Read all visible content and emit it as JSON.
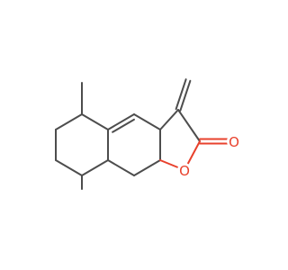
{
  "diagram": {
    "type": "skeletal-structure",
    "colors": {
      "background": "#ffffff",
      "carbon_bond": "#4d4d4d",
      "oxygen": "#e8412c"
    },
    "atom_labels": {
      "ring_oxygen": "O",
      "carbonyl_oxygen": "O"
    }
  }
}
